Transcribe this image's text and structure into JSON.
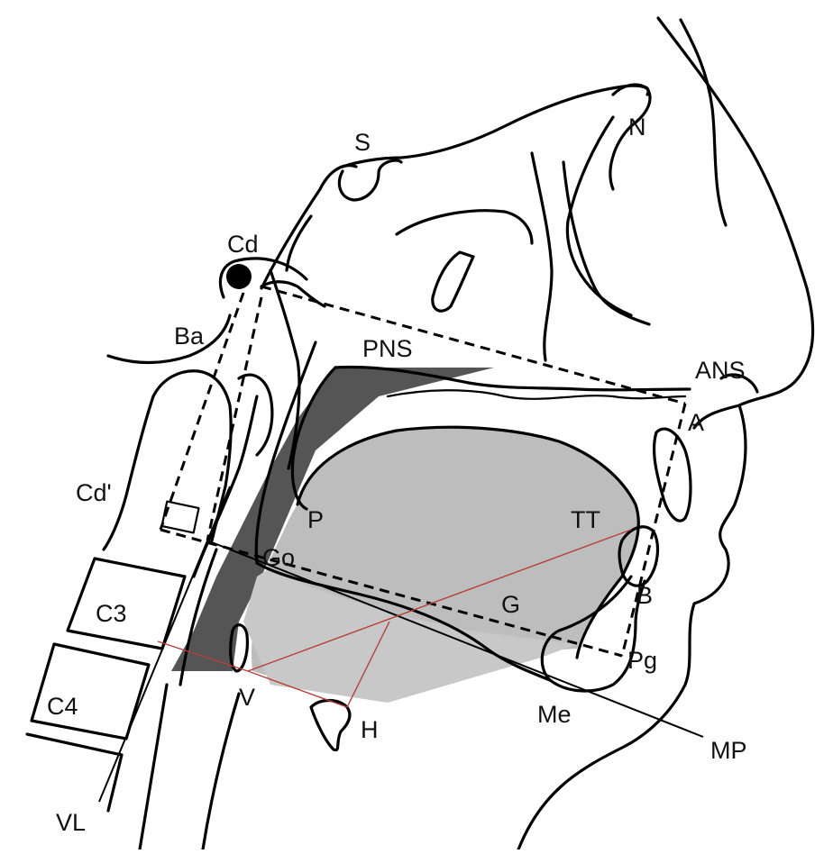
{
  "labels": {
    "S": "S",
    "N": "N",
    "Cd": "Cd",
    "Ba": "Ba",
    "PNS": "PNS",
    "ANS": "ANS",
    "A": "A",
    "Cd_prime": "Cd'",
    "P": "P",
    "TT": "TT",
    "Go": "Go",
    "C3": "C3",
    "G": "G",
    "B": "B",
    "C4": "C4",
    "Pg": "Pg",
    "V": "V",
    "H": "H",
    "Me": "Me",
    "MP": "MP",
    "VL": "VL"
  },
  "colors": {
    "ink": "#000000",
    "airway_shade": "#555555",
    "tongue_shade": "#bdbdbd",
    "pharynx_shade": "#c8c8c8",
    "measurement_line": "#b5403a"
  }
}
